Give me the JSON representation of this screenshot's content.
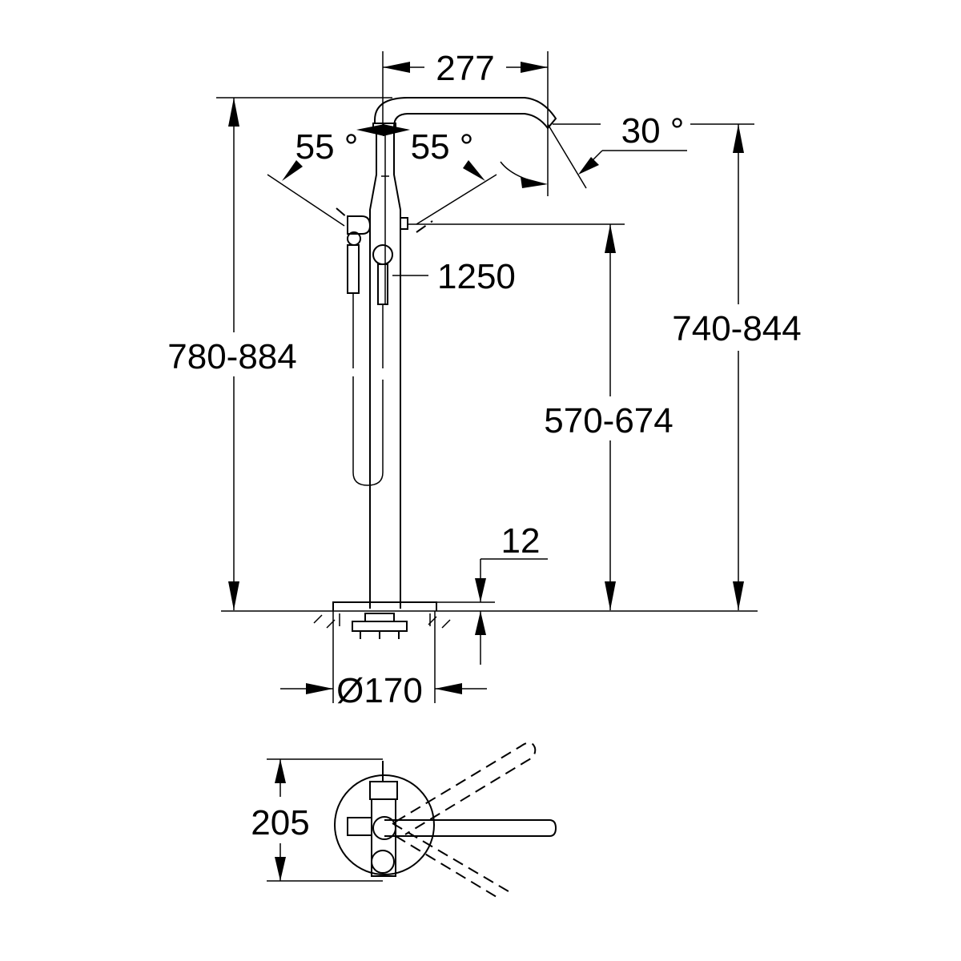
{
  "drawing": {
    "type": "technical-dimension-drawing",
    "subject": "freestanding bath mixer",
    "line_color": "#000000",
    "background": "#ffffff"
  },
  "dimensions": {
    "spout_reach": "277",
    "handle_angle_left": "55 °",
    "handle_angle_right": "55 °",
    "spout_angle": "30 °",
    "hose_length": "1250",
    "total_height": "780-884",
    "spout_height": "740-844",
    "handshower_height": "570-674",
    "base_thickness": "12",
    "base_diameter": "Ø170",
    "plan_depth": "205"
  }
}
